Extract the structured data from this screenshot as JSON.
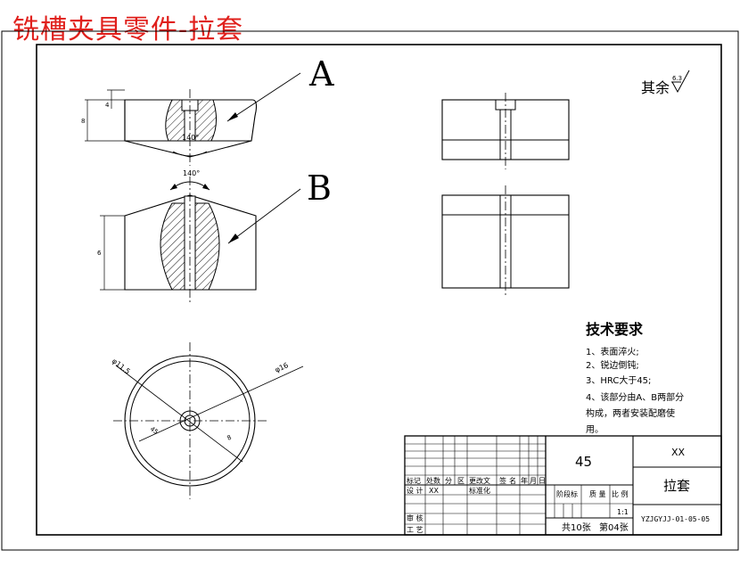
{
  "banner": {
    "title": "铣槽夹具零件-拉套",
    "color": "#e0201c"
  },
  "views": {
    "label_a": "A",
    "label_b": "B",
    "angle_a": "140°",
    "angle_b": "140°",
    "dim_small": "4",
    "dim_left_a": "8",
    "dim_left_b": "6",
    "top_dim_1": "φ11.5",
    "top_dim_2": "φ16",
    "top_dim_3": "45",
    "top_dim_4": "8"
  },
  "surface_finish": {
    "label": "其余",
    "value": "6.3"
  },
  "tech_requirements": {
    "title": "技术要求",
    "lines": [
      "1、表面淬火;",
      "2、锐边倒钝;",
      "3、HRC大于45;",
      "4、该部分由A、B两部分",
      "构成，两者安装配磨使",
      "用。"
    ]
  },
  "title_block": {
    "material": "45",
    "company": "XX",
    "part_name": "拉套",
    "drawing_number": "YZJGYJJ-01-05-05",
    "header_cells": [
      "标记",
      "处数",
      "分",
      "区",
      "更改文",
      "签",
      "名",
      "年",
      "月",
      "日"
    ],
    "design_label": "设 计",
    "design_value": "XX",
    "standardization": "标准化",
    "review_label": "审 核",
    "process_label": "工 艺",
    "stage_label": "阶段标",
    "weight_label": "质 量",
    "scale_label": "比 例",
    "scale_value": "1:1",
    "sheet_count": "共10张",
    "sheet_number": "第04张"
  },
  "colors": {
    "line": "#000000",
    "banner": "#e0201c",
    "background": "#ffffff"
  }
}
